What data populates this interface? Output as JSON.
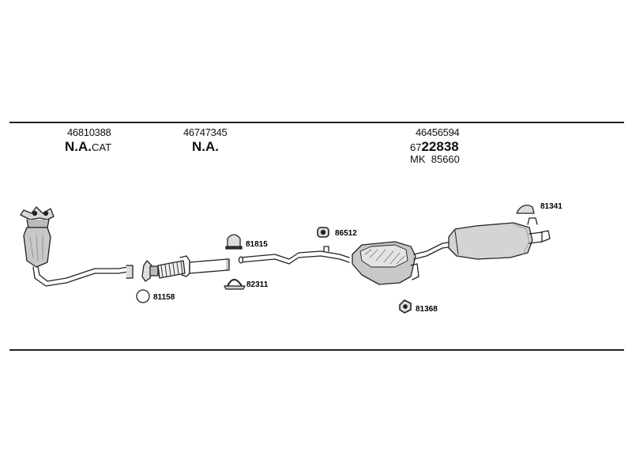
{
  "groups": [
    {
      "part": "46810388",
      "note": "N.A.",
      "note_suffix": "CAT"
    },
    {
      "part": "46747345",
      "note": "N.A."
    },
    {
      "part": "46456594",
      "ref_prefix": "67",
      "ref_main": "22838",
      "mk_prefix": "MK",
      "mk_value": "85660"
    }
  ],
  "callouts": {
    "c81158": "81158",
    "c81815": "81815",
    "c82311": "82311",
    "c86512": "86512",
    "c81368": "81368",
    "c81341": "81341"
  }
}
